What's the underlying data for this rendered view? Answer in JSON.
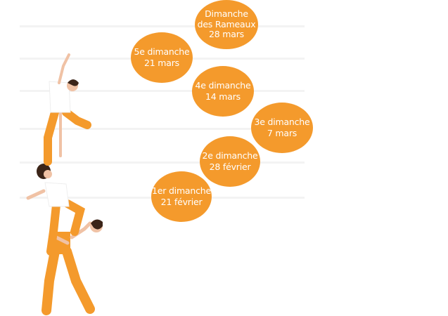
{
  "colors": {
    "accent": "#f49a2c",
    "guide_lines": "#f3f3f3",
    "skin": "#f0c2a5",
    "hair": "#3b2418"
  },
  "illustration": {
    "description_icon": "acrobats-illustration-icon"
  },
  "sundays": [
    {
      "line1": "1er dimanche",
      "line2": "21 février"
    },
    {
      "line1": "2e dimanche",
      "line2": "28 février"
    },
    {
      "line1": "3e dimanche",
      "line2": "7 mars"
    },
    {
      "line1": "4e dimanche",
      "line2": "14 mars"
    },
    {
      "line1": "5e dimanche",
      "line2": "21 mars"
    },
    {
      "line1": "Dimanche",
      "line2": "des Rameaux",
      "line3": "28 mars"
    }
  ]
}
